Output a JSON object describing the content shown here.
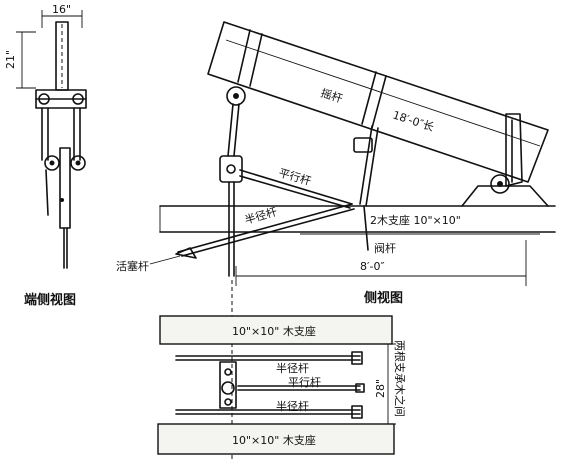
{
  "labels": {
    "dim_16": "16\"",
    "dim_21": "21\"",
    "beam": "摇杆",
    "beam_length": "18′-0″长",
    "parallel_rod": "平行杆",
    "radius_rod": "半径杆",
    "wood_support": "2木支座 10\"×10\"",
    "valve_rod": "阀杆",
    "piston_rod": "活塞杆",
    "dim_8": "8′-0″",
    "end_view": "端侧视图",
    "side_view": "侧视图",
    "top_support": "10\"×10\" 木支座",
    "plan_radius_rod_top": "半径杆",
    "plan_parallel_rod": "平行杆",
    "plan_radius_rod_bottom": "半径杆",
    "dim_28": "28\"",
    "between_supports": "两根支承木之间",
    "bottom_support": "10\"×10\" 木支座"
  }
}
